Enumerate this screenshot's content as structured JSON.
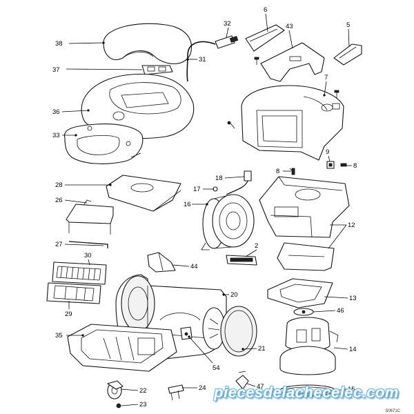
{
  "diagram": {
    "callouts": [
      {
        "id": "c38",
        "text": "38"
      },
      {
        "id": "c37",
        "text": "37"
      },
      {
        "id": "c36",
        "text": "36"
      },
      {
        "id": "c33",
        "text": "33"
      },
      {
        "id": "c32",
        "text": "32"
      },
      {
        "id": "c31",
        "text": "31"
      },
      {
        "id": "c6",
        "text": "6"
      },
      {
        "id": "c43",
        "text": "43"
      },
      {
        "id": "c5",
        "text": "5"
      },
      {
        "id": "c7",
        "text": "7"
      },
      {
        "id": "c9",
        "text": "9"
      },
      {
        "id": "c8a",
        "text": "8"
      },
      {
        "id": "c8b",
        "text": "8"
      },
      {
        "id": "c18",
        "text": "18"
      },
      {
        "id": "c17",
        "text": "17"
      },
      {
        "id": "c16",
        "text": "16"
      },
      {
        "id": "c28",
        "text": "28"
      },
      {
        "id": "c26",
        "text": "26"
      },
      {
        "id": "c27",
        "text": "27"
      },
      {
        "id": "c30",
        "text": "30"
      },
      {
        "id": "c29",
        "text": "29"
      },
      {
        "id": "c44",
        "text": "44"
      },
      {
        "id": "c2",
        "text": "2"
      },
      {
        "id": "c12",
        "text": "12"
      },
      {
        "id": "c20",
        "text": "20"
      },
      {
        "id": "c13",
        "text": "13"
      },
      {
        "id": "c46",
        "text": "46"
      },
      {
        "id": "c35",
        "text": "35"
      },
      {
        "id": "c21",
        "text": "21"
      },
      {
        "id": "c14",
        "text": "14"
      },
      {
        "id": "c54",
        "text": "54"
      },
      {
        "id": "c22",
        "text": "22"
      },
      {
        "id": "c23",
        "text": "23"
      },
      {
        "id": "c24",
        "text": "24"
      },
      {
        "id": "c47",
        "text": "47"
      },
      {
        "id": "c15",
        "text": "15"
      }
    ],
    "watermark": "piecesdelachecelec.com",
    "drawing_code": "S0671C"
  }
}
